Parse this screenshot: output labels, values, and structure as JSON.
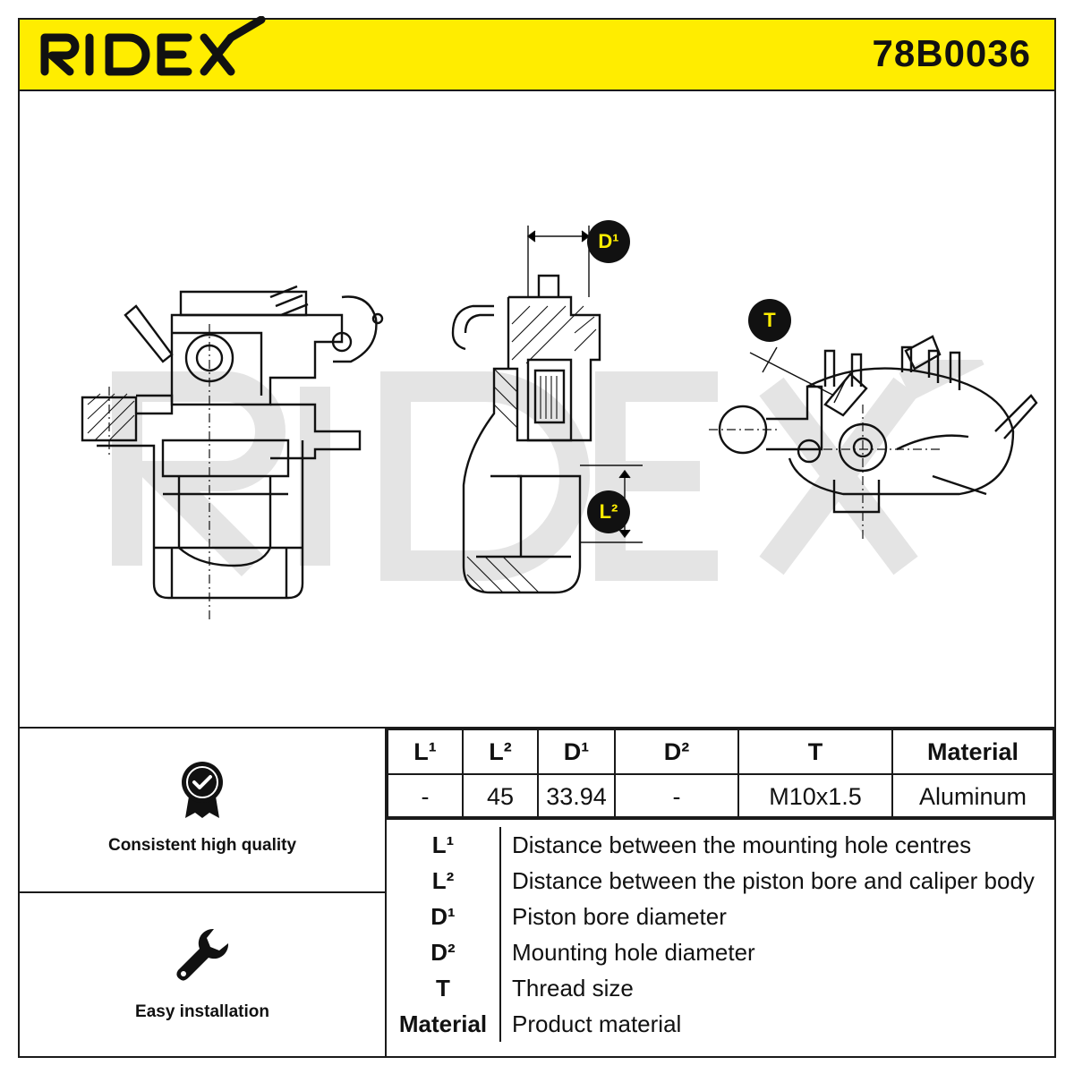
{
  "header": {
    "brand": "RIDEX",
    "part_number": "78B0036",
    "accent_color": "#ffed00"
  },
  "drawing": {
    "dimension_labels": [
      "D¹",
      "L²",
      "T"
    ],
    "watermark": "RIDEX"
  },
  "features": [
    {
      "icon": "quality-badge-icon",
      "label": "Consistent high quality"
    },
    {
      "icon": "wrench-icon",
      "label": "Easy installation"
    }
  ],
  "specs": {
    "headers": [
      "L¹",
      "L²",
      "D¹",
      "D²",
      "T",
      "Material"
    ],
    "values": [
      "-",
      "45",
      "33.94",
      "-",
      "M10x1.5",
      "Aluminum"
    ]
  },
  "legend": [
    {
      "key": "L¹",
      "desc": "Distance between the mounting hole centres"
    },
    {
      "key": "L²",
      "desc": "Distance between the piston bore and caliper body"
    },
    {
      "key": "D¹",
      "desc": "Piston bore diameter"
    },
    {
      "key": "D²",
      "desc": "Mounting hole diameter"
    },
    {
      "key": "T",
      "desc": "Thread size"
    },
    {
      "key": "Material",
      "desc": "Product material"
    }
  ]
}
